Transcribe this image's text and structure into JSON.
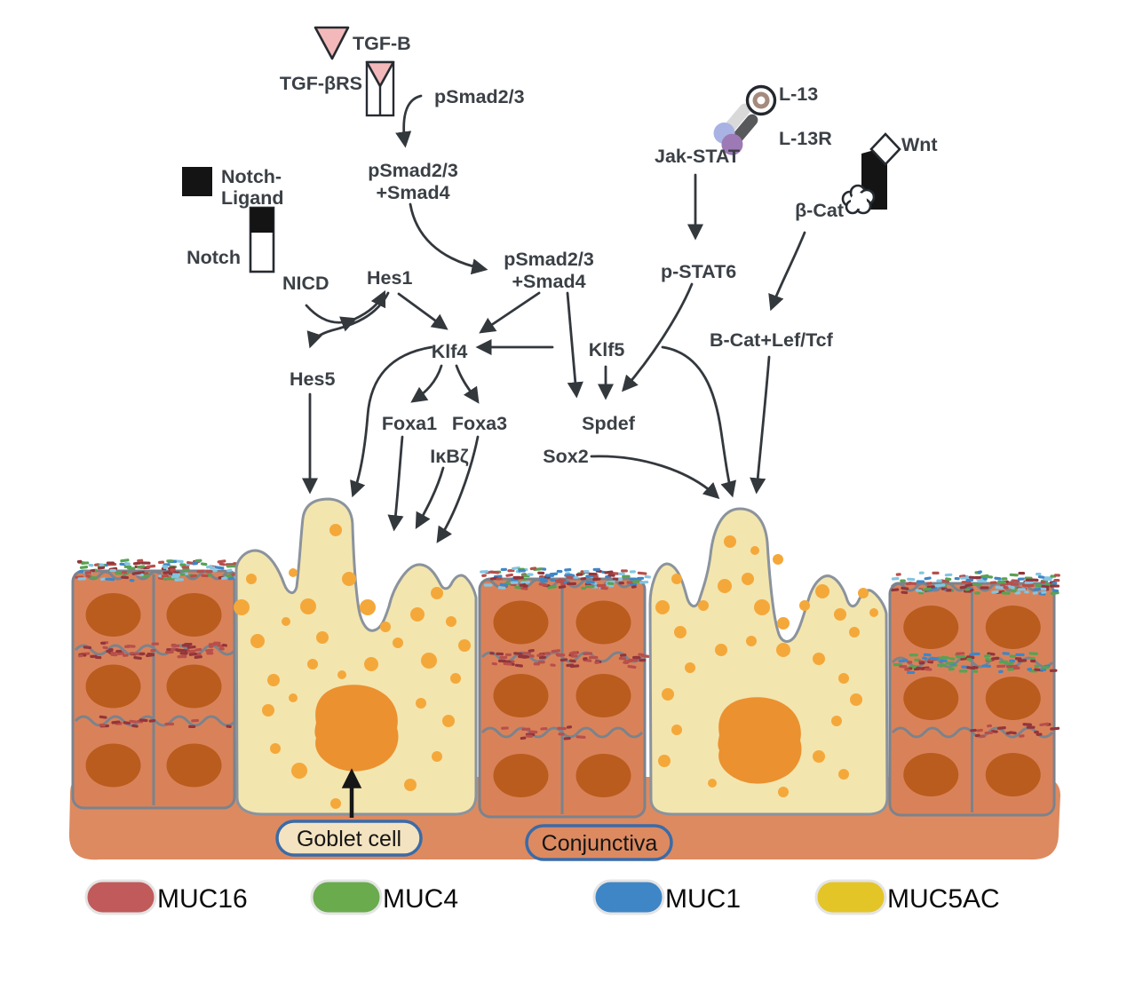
{
  "diagram": {
    "pathway_labels": {
      "tgfb": "TGF-B",
      "tgfbrs": "TGF-βRS",
      "psmad23": "pSmad2/3",
      "psmad23_smad4_line1": "pSmad2/3",
      "psmad23_smad4_line2": "+Smad4",
      "notch_ligand_line1": "Notch-",
      "notch_ligand_line2": "Ligand",
      "notch": "Notch",
      "nicd": "NICD",
      "hes1": "Hes1",
      "hes5": "Hes5",
      "l13": "L-13",
      "l13r": "L-13R",
      "jak_stat": "Jak-STAT",
      "p_stat6": "p-STAT6",
      "wnt": "Wnt",
      "beta_cat": "β-Cat",
      "bcat_lef_tcf": "B-Cat+Lef/Tcf",
      "klf4": "Klf4",
      "klf5": "Klf5",
      "foxa1": "Foxa1",
      "foxa3": "Foxa3",
      "ikbzeta": "IκBζ",
      "spdef": "Spdef",
      "sox2": "Sox2"
    },
    "tissue_labels": {
      "goblet_cell": "Goblet cell",
      "conjunctiva": "Conjunctiva"
    },
    "legend": [
      {
        "label": "MUC16",
        "color": "#c15a5a"
      },
      {
        "label": "MUC4",
        "color": "#6aab4e"
      },
      {
        "label": "MUC1",
        "color": "#3f86c6"
      },
      {
        "label": "MUC5AC",
        "color": "#e3c527"
      }
    ],
    "colors": {
      "text": "#3b4046",
      "arrow": "#33383d",
      "epithelium_fill": "#d9825a",
      "epithelium_border": "#7b838c",
      "nucleus": "#b95c1d",
      "goblet_fill": "#f3e5ae",
      "goblet_border": "#8b939c",
      "granule": "#f4a83a",
      "goblet_nucleus": "#eb9130",
      "base": "#dd8a60",
      "receptor_pink": "#f3b9ba",
      "mucin_red": "#b84f4b",
      "mucin_dark_red": "#93353a",
      "mucin_blue": "#3f86c6",
      "mucin_cyan": "#82c5e2",
      "mucin_green": "#58a253",
      "label_pill_border": "#3a6ba8",
      "goblet_pill_fill": "#f3e3c0"
    }
  }
}
